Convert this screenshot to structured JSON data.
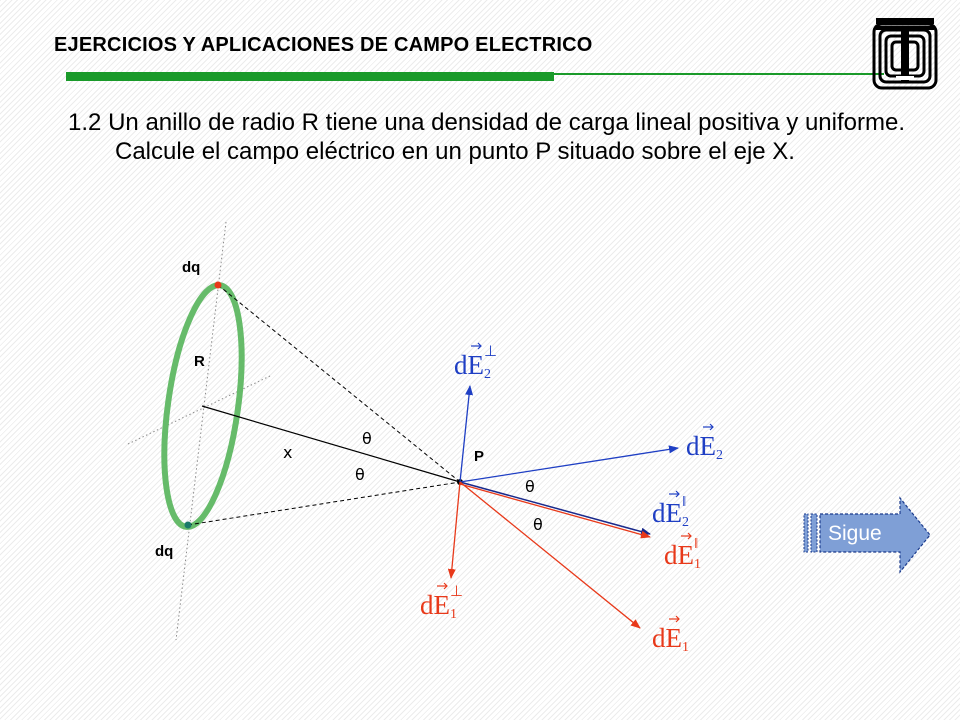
{
  "header": {
    "title": "EJERCICIOS Y APLICACIONES DE CAMPO ELECTRICO"
  },
  "problem": {
    "text": "1.2 Un anillo de radio R tiene una densidad de carga lineal positiva y uniforme. Calcule el campo eléctrico en un punto P situado sobre el eje X."
  },
  "diagram": {
    "labels": {
      "dq_top": "dq",
      "dq_bottom": "dq",
      "radius": "R",
      "distance": "x",
      "point": "P",
      "theta": "θ"
    },
    "vectors": {
      "dE2_perp": {
        "base": "dE",
        "sub": "2",
        "sup": "⊥"
      },
      "dE2": {
        "base": "dE",
        "sub": "2",
        "sup": ""
      },
      "dE2_par": {
        "base": "dE",
        "sub": "2",
        "sup": "ǁ"
      },
      "dE1_par": {
        "base": "dE",
        "sub": "1",
        "sup": "ǁ"
      },
      "dE1_perp": {
        "base": "dE",
        "sub": "1",
        "sup": "⊥"
      },
      "dE1": {
        "base": "dE",
        "sub": "1",
        "sup": ""
      }
    }
  },
  "navigation": {
    "next_label": "Sigue"
  },
  "colors": {
    "ring": "#66bb6a",
    "blue_vectors": "#1f3fc4",
    "red_vectors": "#e8391a",
    "title_bar": "#1a9a2a",
    "next_button": "#7f9fd6"
  }
}
